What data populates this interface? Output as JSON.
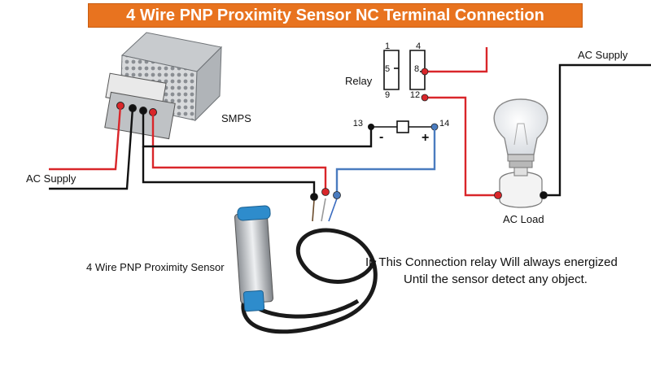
{
  "title": "4 Wire PNP Proximity Sensor NC Terminal Connection",
  "labels": {
    "smps": "SMPS",
    "relay": "Relay",
    "ac_supply_left": "AC Supply",
    "ac_supply_right": "AC Supply",
    "ac_load": "AC Load",
    "sensor": "4 Wire PNP Proximity Sensor"
  },
  "relay_pins": {
    "p1": "1",
    "p4": "4",
    "p5": "5",
    "p8": "8",
    "p9": "9",
    "p12": "12"
  },
  "coil": {
    "pin_left": "13",
    "pin_right": "14",
    "minus": "-",
    "plus": "+"
  },
  "note": {
    "line1": "In This Connection relay Will always energized",
    "line2": "Until the sensor detect any object."
  },
  "colors": {
    "title_bg": "#e8731f",
    "wire_red": "#d9262a",
    "wire_black": "#111111",
    "wire_blue": "#4a7cbf"
  }
}
